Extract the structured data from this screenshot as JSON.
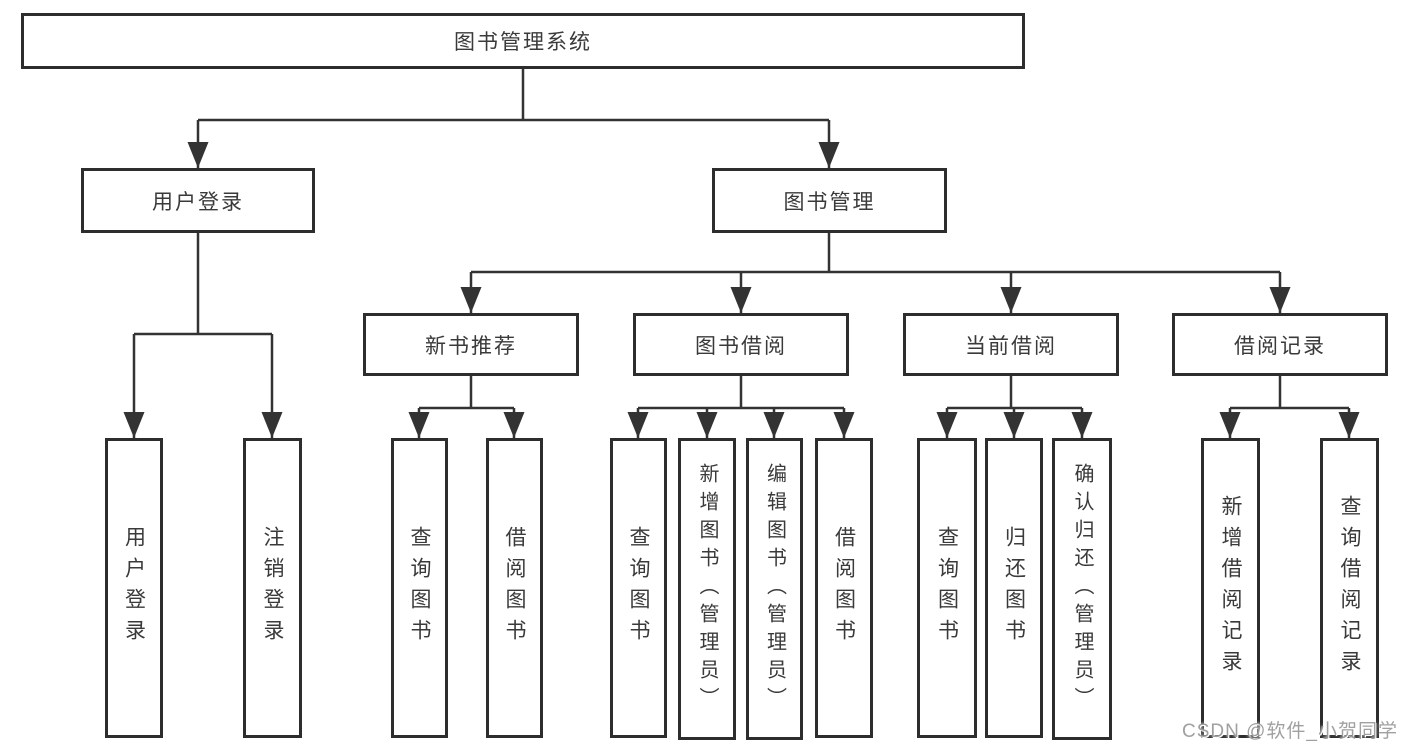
{
  "diagram": {
    "root": {
      "label": "图书管理系统"
    },
    "branches": [
      {
        "label": "用户登录",
        "children": [
          {
            "label": "用户登录"
          },
          {
            "label": "注销登录"
          }
        ]
      },
      {
        "label": "图书管理",
        "children": [
          {
            "label": "新书推荐",
            "children": [
              {
                "label": "查询图书"
              },
              {
                "label": "借阅图书"
              }
            ]
          },
          {
            "label": "图书借阅",
            "children": [
              {
                "label": "查询图书"
              },
              {
                "label": "新增图书（管理员）"
              },
              {
                "label": "编辑图书（管理员）"
              },
              {
                "label": "借阅图书"
              }
            ]
          },
          {
            "label": "当前借阅",
            "children": [
              {
                "label": "查询图书"
              },
              {
                "label": "归还图书"
              },
              {
                "label": "确认归还（管理员）"
              }
            ]
          },
          {
            "label": "借阅记录",
            "children": [
              {
                "label": "新增借阅记录"
              },
              {
                "label": "查询借阅记录"
              }
            ]
          }
        ]
      }
    ]
  },
  "watermark": {
    "text": "CSDN @软件_小贺同学"
  },
  "colors": {
    "line": "#333333",
    "border": "#2d2d2d",
    "text": "#3a3a3a",
    "watermark": "#989898",
    "background": "#ffffff"
  }
}
